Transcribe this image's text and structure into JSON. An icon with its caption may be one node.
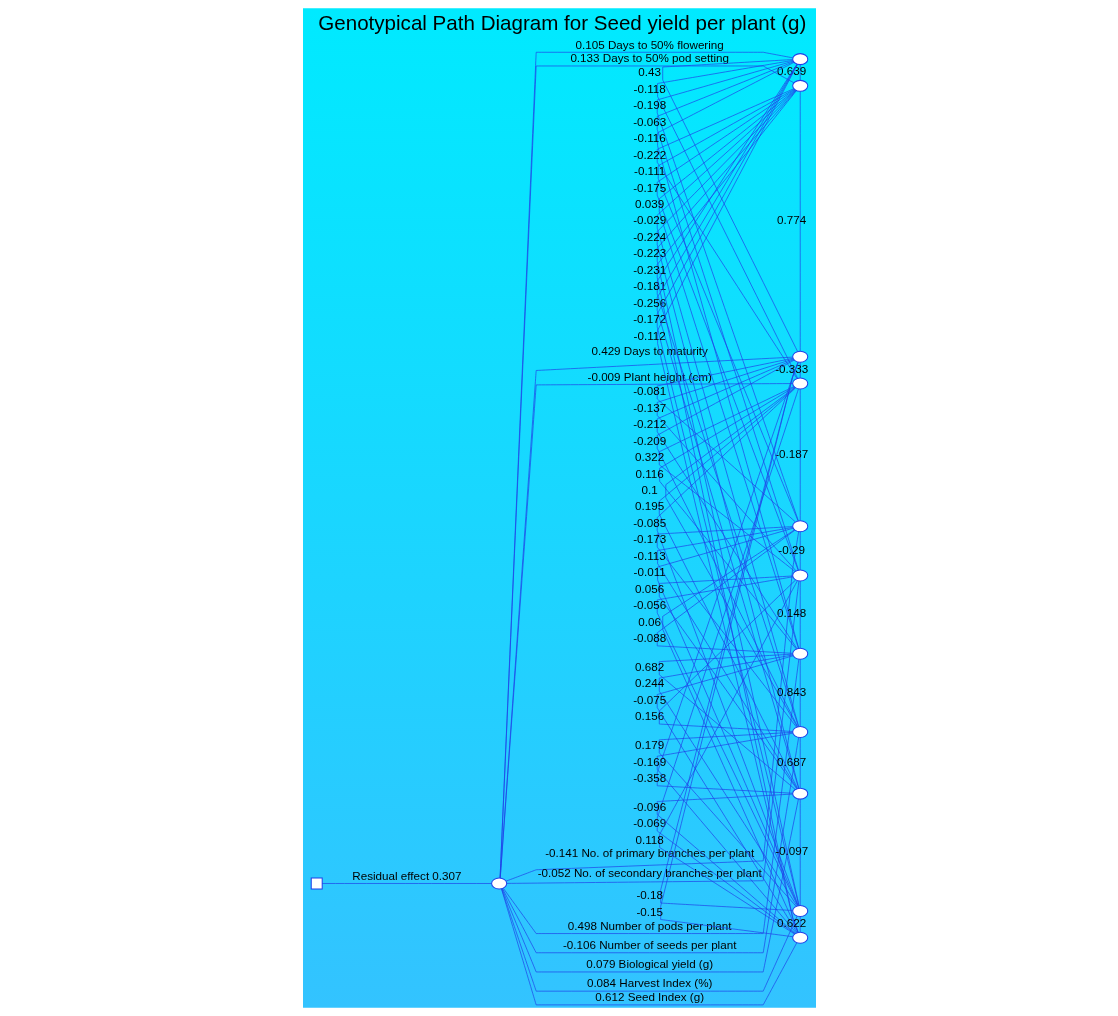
{
  "diagram": {
    "title": "Genotypical Path Diagram for Seed yield per plant (g)",
    "nodes": [
      {
        "text": [],
        "shape": "circle"
      },
      {
        "text": [],
        "shape": "box"
      },
      {
        "text": [],
        "shape": "circle"
      },
      {
        "text": [],
        "shape": "circle"
      },
      {
        "text": [],
        "shape": "circle"
      },
      {
        "text": [],
        "shape": "circle"
      },
      {
        "text": [],
        "shape": "circle"
      },
      {
        "text": [],
        "shape": "circle"
      },
      {
        "text": [],
        "shape": "circle"
      },
      {
        "text": [],
        "shape": "circle"
      },
      {
        "text": [],
        "shape": "circle"
      },
      {
        "text": [],
        "shape": "circle"
      },
      {
        "text": [],
        "shape": "circle"
      }
    ],
    "edges": [
      {
        "from": 2,
        "to": 0,
        "arrow": "none",
        "label": "0.105 Days to 50% flowering"
      },
      {
        "from": 3,
        "to": 0,
        "arrow": "none",
        "label": "0.133 Days to 50% pod setting"
      },
      {
        "from": 4,
        "to": 0,
        "arrow": "none",
        "label": "0.429 Days to maturity"
      },
      {
        "from": 5,
        "to": 0,
        "arrow": "none",
        "label": "-0.009 Plant height (cm)"
      },
      {
        "from": 6,
        "to": 0,
        "arrow": "none",
        "label": "-0.141 No. of primary branches per plant"
      },
      {
        "from": 7,
        "to": 0,
        "arrow": "none",
        "label": "-0.052 No. of secondary branches per plant"
      },
      {
        "from": 8,
        "to": 0,
        "arrow": "none",
        "label": "0.498 Number of pods per plant"
      },
      {
        "from": 9,
        "to": 0,
        "arrow": "none",
        "label": "-0.106 Number of seeds per plant"
      },
      {
        "from": 10,
        "to": 0,
        "arrow": "none",
        "label": "0.079 Biological yield (g)"
      },
      {
        "from": 11,
        "to": 0,
        "arrow": "none",
        "label": "0.084 Harvest Index (%)"
      },
      {
        "from": 12,
        "to": 0,
        "arrow": "none",
        "label": "0.612 Seed Index (g)"
      },
      {
        "from": 1,
        "to": 0,
        "arrow": "none",
        "label": "Residual effect 0.307"
      },
      {
        "from": 2,
        "to": 3,
        "arrow": "none",
        "label": "0.639"
      },
      {
        "from": 3,
        "to": 4,
        "arrow": "none",
        "label": "0.774"
      },
      {
        "from": 4,
        "to": 5,
        "arrow": "none",
        "label": "-0.333"
      },
      {
        "from": 5,
        "to": 6,
        "arrow": "none",
        "label": "-0.187"
      },
      {
        "from": 6,
        "to": 7,
        "arrow": "none",
        "label": "-0.29"
      },
      {
        "from": 7,
        "to": 8,
        "arrow": "none",
        "label": "0.148"
      },
      {
        "from": 8,
        "to": 9,
        "arrow": "none",
        "label": "0.843"
      },
      {
        "from": 9,
        "to": 10,
        "arrow": "none",
        "label": "0.687"
      },
      {
        "from": 10,
        "to": 11,
        "arrow": "none",
        "label": "-0.097"
      },
      {
        "from": 11,
        "to": 12,
        "arrow": "none",
        "label": "0.622"
      },
      {
        "from": 2,
        "to": 4,
        "arrow": "none",
        "label": "0.43"
      },
      {
        "from": 3,
        "to": 5,
        "arrow": "none",
        "label": "-0.222"
      },
      {
        "from": 4,
        "to": 6,
        "arrow": "none",
        "label": "-0.081"
      },
      {
        "from": 5,
        "to": 7,
        "arrow": "none",
        "label": "0.322"
      },
      {
        "from": 6,
        "to": 8,
        "arrow": "none",
        "label": "-0.088"
      },
      {
        "from": 7,
        "to": 9,
        "arrow": "none",
        "label": "0.156"
      },
      {
        "from": 8,
        "to": 10,
        "arrow": "none",
        "label": "0.682"
      },
      {
        "from": 9,
        "to": 11,
        "arrow": "none",
        "label": "0.179"
      },
      {
        "from": 10,
        "to": 12,
        "arrow": "none",
        "label": "-0.096"
      },
      {
        "from": 2,
        "to": 5,
        "arrow": "none",
        "label": "-0.118"
      },
      {
        "from": 3,
        "to": 6,
        "arrow": "none",
        "label": "-0.111"
      },
      {
        "from": 4,
        "to": 7,
        "arrow": "none",
        "label": "-0.137"
      },
      {
        "from": 5,
        "to": 8,
        "arrow": "none",
        "label": "0.116"
      },
      {
        "from": 6,
        "to": 9,
        "arrow": "none",
        "label": "-0.173"
      },
      {
        "from": 7,
        "to": 10,
        "arrow": "none",
        "label": "0.056"
      },
      {
        "from": 8,
        "to": 11,
        "arrow": "none",
        "label": "0.244"
      },
      {
        "from": 9,
        "to": 12,
        "arrow": "none",
        "label": "-0.169"
      },
      {
        "from": 2,
        "to": 6,
        "arrow": "none",
        "label": "-0.198"
      },
      {
        "from": 3,
        "to": 7,
        "arrow": "none",
        "label": "-0.175"
      },
      {
        "from": 4,
        "to": 8,
        "arrow": "none",
        "label": "-0.212"
      },
      {
        "from": 5,
        "to": 9,
        "arrow": "none",
        "label": "0.1"
      },
      {
        "from": 6,
        "to": 10,
        "arrow": "none",
        "label": "-0.113"
      },
      {
        "from": 7,
        "to": 11,
        "arrow": "none",
        "label": "-0.056"
      },
      {
        "from": 8,
        "to": 12,
        "arrow": "none",
        "label": "-0.075"
      },
      {
        "from": 2,
        "to": 7,
        "arrow": "none",
        "label": "-0.063"
      },
      {
        "from": 3,
        "to": 8,
        "arrow": "none",
        "label": "0.039"
      },
      {
        "from": 4,
        "to": 9,
        "arrow": "none",
        "label": "-0.209"
      },
      {
        "from": 5,
        "to": 10,
        "arrow": "none",
        "label": "0.195"
      },
      {
        "from": 6,
        "to": 11,
        "arrow": "none",
        "label": "-0.011"
      },
      {
        "from": 7,
        "to": 12,
        "arrow": "none",
        "label": "0.118"
      },
      {
        "from": 2,
        "to": 8,
        "arrow": "none",
        "label": "-0.116"
      },
      {
        "from": 3,
        "to": 9,
        "arrow": "none",
        "label": "-0.029"
      },
      {
        "from": 4,
        "to": 10,
        "arrow": "none",
        "label": "-0.358"
      },
      {
        "from": 5,
        "to": 11,
        "arrow": "none",
        "label": "-0.085"
      },
      {
        "from": 6,
        "to": 12,
        "arrow": "none",
        "label": "0.06"
      },
      {
        "from": 2,
        "to": 9,
        "arrow": "none",
        "label": "-0.181"
      },
      {
        "from": 3,
        "to": 10,
        "arrow": "none",
        "label": "-0.224"
      },
      {
        "from": 4,
        "to": 11,
        "arrow": "none",
        "label": "-0.18"
      },
      {
        "from": 5,
        "to": 12,
        "arrow": "none",
        "label": "-0.069"
      },
      {
        "from": 2,
        "to": 10,
        "arrow": "none",
        "label": "-0.256"
      },
      {
        "from": 3,
        "to": 11,
        "arrow": "none",
        "label": "-0.223"
      },
      {
        "from": 4,
        "to": 12,
        "arrow": "none",
        "label": "-0.15"
      },
      {
        "from": 2,
        "to": 11,
        "arrow": "none",
        "label": "-0.172"
      },
      {
        "from": 3,
        "to": 12,
        "arrow": "none",
        "label": "-0.231"
      },
      {
        "from": 2,
        "to": 12,
        "arrow": "none",
        "label": "-0.112"
      }
    ]
  }
}
